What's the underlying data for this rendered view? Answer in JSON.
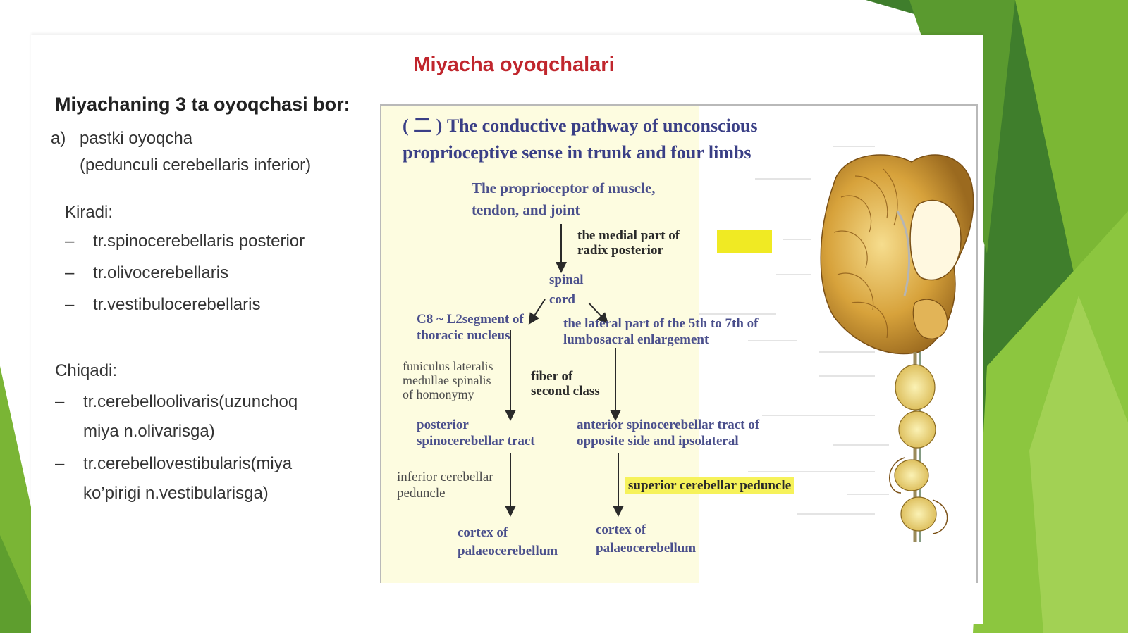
{
  "slide": {
    "title": "Miyacha oyoqchalari",
    "heading": "Miyachaning 3 ta oyoqchasi bor:",
    "item_a_marker": "a)",
    "item_a_line1": "pastki oyoqcha",
    "item_a_line2": "(pedunculi cerebellaris inferior)",
    "kiradi_label": "Kiradi:",
    "kiradi_items": [
      "tr.spinocerebellaris posterior",
      "tr.olivocerebellaris",
      "tr.vestibulocerebellaris"
    ],
    "chiqadi_label": "Chiqadi:",
    "chiqadi_items": [
      {
        "line1": "tr.cerebelloolivaris(uzunchoq",
        "line2": "miya n.olivarisga)"
      },
      {
        "line1": "tr.cerebellovestibularis(miya",
        "line2": "ko’pirigi n.vestibularisga)"
      }
    ],
    "dash": "–"
  },
  "figure": {
    "title_line1": "( 二 ) The conductive pathway of unconscious",
    "title_line2": "proprioceptive sense in trunk and four limbs",
    "proprioceptor_line1": "The proprioceptor of muscle,",
    "proprioceptor_line2": "tendon, and joint",
    "medial_line1": "the medial part of",
    "medial_line2": "radix posterior",
    "spinal_line1": "spinal",
    "spinal_line2": "cord",
    "c8_line1": "C8 ~ L2segment of",
    "c8_line2": "thoracic nucleus",
    "lateral_line1": "the lateral part of the 5th to 7th of",
    "lateral_line2": "lumbosacral enlargement",
    "funiculus_line1": "funiculus lateralis",
    "funiculus_line2": "medullae spinalis",
    "funiculus_line3": "of homonymy",
    "fiber_line1": "fiber of",
    "fiber_line2": "second class",
    "posterior_line1": "posterior",
    "posterior_line2": "spinocerebellar tract",
    "anterior_line1": "anterior spinocerebellar tract of",
    "anterior_line2": "opposite side and ipsolateral",
    "inferior_line1": "inferior cerebellar",
    "inferior_line2": "peduncle",
    "superior": "superior cerebellar peduncle",
    "cortex1_line1": "cortex of",
    "cortex1_line2": "palaeocerebellum",
    "cortex2_line1": "cortex of",
    "cortex2_line2": "palaeocerebellum"
  },
  "colors": {
    "title_red": "#c0262d",
    "figure_text_blue": "#3a3f86",
    "highlight_yellow": "#f6f25a",
    "background_green": "#6aab2d"
  }
}
